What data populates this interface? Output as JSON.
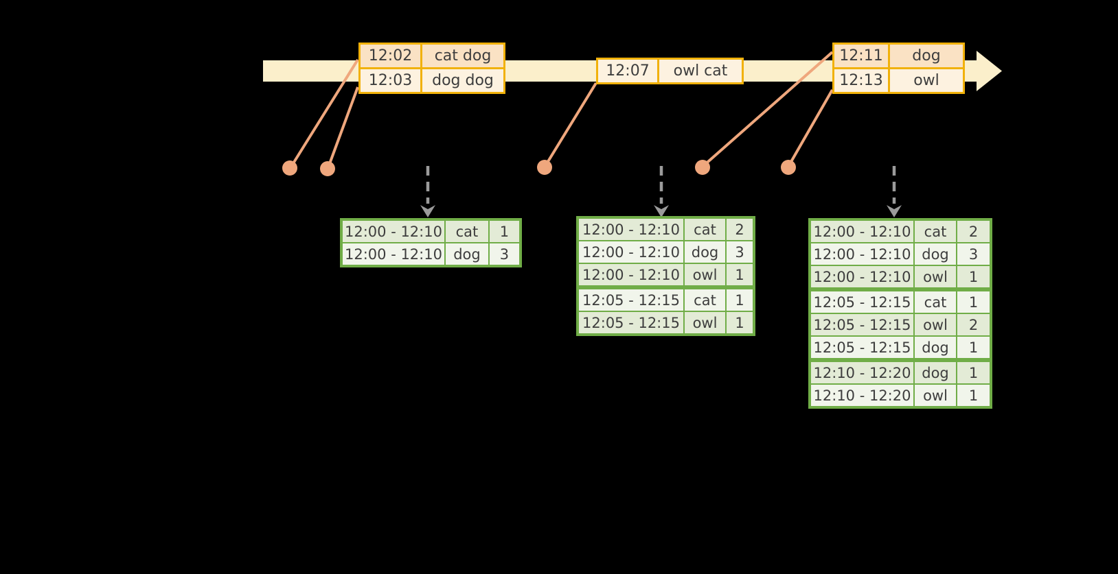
{
  "diagram_title": "windowed-grouped-aggregation-stream",
  "colors": {
    "background": "#000000",
    "timeline_fill": "#fbefcb",
    "event_table_border": "#f1b10a",
    "event_row_dark": "#fae2c4",
    "event_row_light": "#fdf2e0",
    "connector": "#efa77d",
    "process_arrow": "#9b9b9b",
    "result_table_border": "#70ad47",
    "result_row_dark": "#e3ebd6",
    "result_row_light": "#f1f5eb",
    "text": "#3d3d3d"
  },
  "icons": {
    "timeline_arrowhead": "arrow-right-icon",
    "process_arrow": "dashed-down-arrow-icon",
    "event_marker": "dot-icon"
  },
  "event_tables": [
    {
      "rows": [
        {
          "time": "12:02",
          "words": "cat dog"
        },
        {
          "time": "12:03",
          "words": "dog dog"
        }
      ]
    },
    {
      "rows": [
        {
          "time": "12:07",
          "words": "owl cat"
        }
      ]
    },
    {
      "rows": [
        {
          "time": "12:11",
          "words": "dog"
        },
        {
          "time": "12:13",
          "words": "owl"
        }
      ]
    }
  ],
  "result_tables": [
    {
      "rows": [
        {
          "window": "12:00 - 12:10",
          "word": "cat",
          "count": "1"
        },
        {
          "window": "12:00 - 12:10",
          "word": "dog",
          "count": "3"
        }
      ]
    },
    {
      "rows": [
        {
          "window": "12:00 - 12:10",
          "word": "cat",
          "count": "2"
        },
        {
          "window": "12:00 - 12:10",
          "word": "dog",
          "count": "3"
        },
        {
          "window": "12:00 - 12:10",
          "word": "owl",
          "count": "1"
        },
        {
          "window": "12:05 - 12:15",
          "word": "cat",
          "count": "1"
        },
        {
          "window": "12:05 - 12:15",
          "word": "owl",
          "count": "1"
        }
      ]
    },
    {
      "rows": [
        {
          "window": "12:00 - 12:10",
          "word": "cat",
          "count": "2"
        },
        {
          "window": "12:00 - 12:10",
          "word": "dog",
          "count": "3"
        },
        {
          "window": "12:00 - 12:10",
          "word": "owl",
          "count": "1"
        },
        {
          "window": "12:05 - 12:15",
          "word": "cat",
          "count": "1"
        },
        {
          "window": "12:05 - 12:15",
          "word": "owl",
          "count": "2"
        },
        {
          "window": "12:05 - 12:15",
          "word": "dog",
          "count": "1"
        },
        {
          "window": "12:10 - 12:20",
          "word": "dog",
          "count": "1"
        },
        {
          "window": "12:10 - 12:20",
          "word": "owl",
          "count": "1"
        }
      ]
    }
  ]
}
